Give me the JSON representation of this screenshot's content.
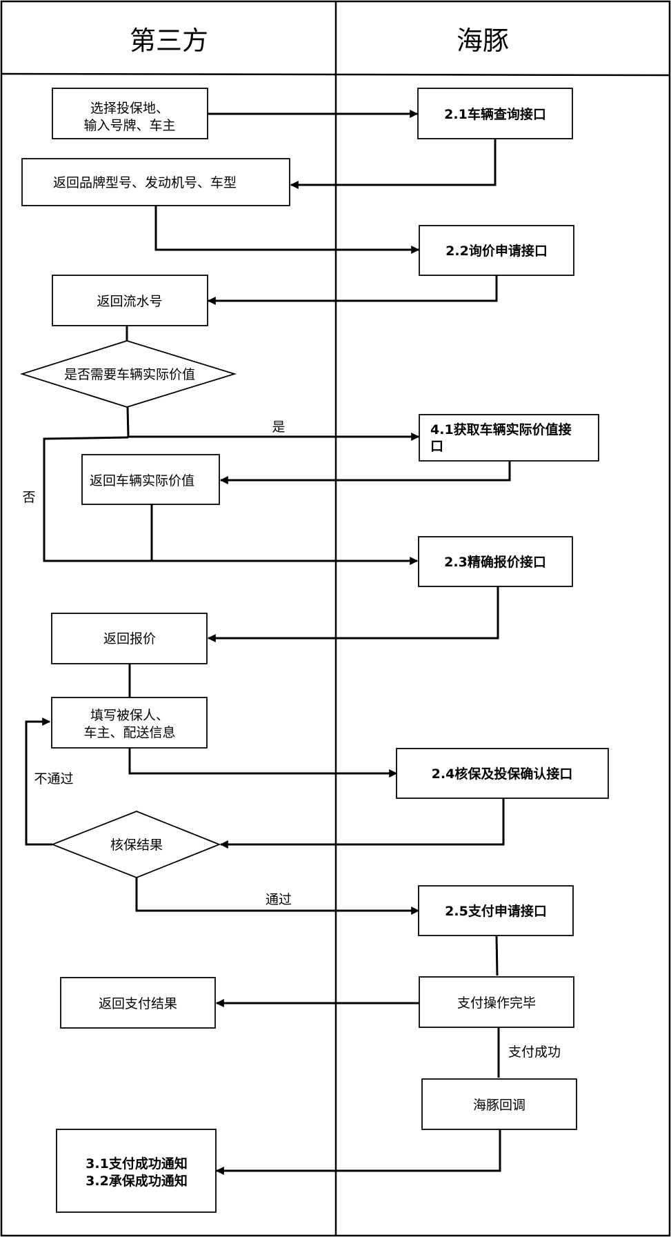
{
  "lanes": {
    "left": "第三方",
    "right": "海豚"
  },
  "nodes": {
    "select_input": [
      "选择投保地、",
      "输入号牌、车主"
    ],
    "query_api": [
      "2.1车辆查询接口"
    ],
    "return_brand": [
      "返回品牌型号、发动机号、车型"
    ],
    "inquiry_api": [
      "2.2询价申请接口"
    ],
    "return_serial": [
      "返回流水号"
    ],
    "need_value": [
      "是否需要车辆实际价值"
    ],
    "value_api": [
      "4.1获取车辆实际价值接",
      "口"
    ],
    "return_value": [
      "返回车辆实际价值"
    ],
    "precise_api": [
      "2.3精确报价接口"
    ],
    "return_quote": [
      "返回报价"
    ],
    "fill_info": [
      "填写被保人、",
      "车主、配送信息"
    ],
    "underwrite_api": [
      "2.4核保及投保确认接口"
    ],
    "underwrite_result": [
      "核保结果"
    ],
    "pay_api": [
      "2.5支付申请接口"
    ],
    "pay_done": [
      "支付操作完毕"
    ],
    "return_pay": [
      "返回支付结果"
    ],
    "callback": [
      "海豚回调"
    ],
    "notify": [
      "3.1支付成功通知",
      "3.2承保成功通知"
    ]
  },
  "edge_labels": {
    "yes": "是",
    "no": "否",
    "fail": "不通过",
    "pass": "通过",
    "pay_success": "支付成功"
  }
}
